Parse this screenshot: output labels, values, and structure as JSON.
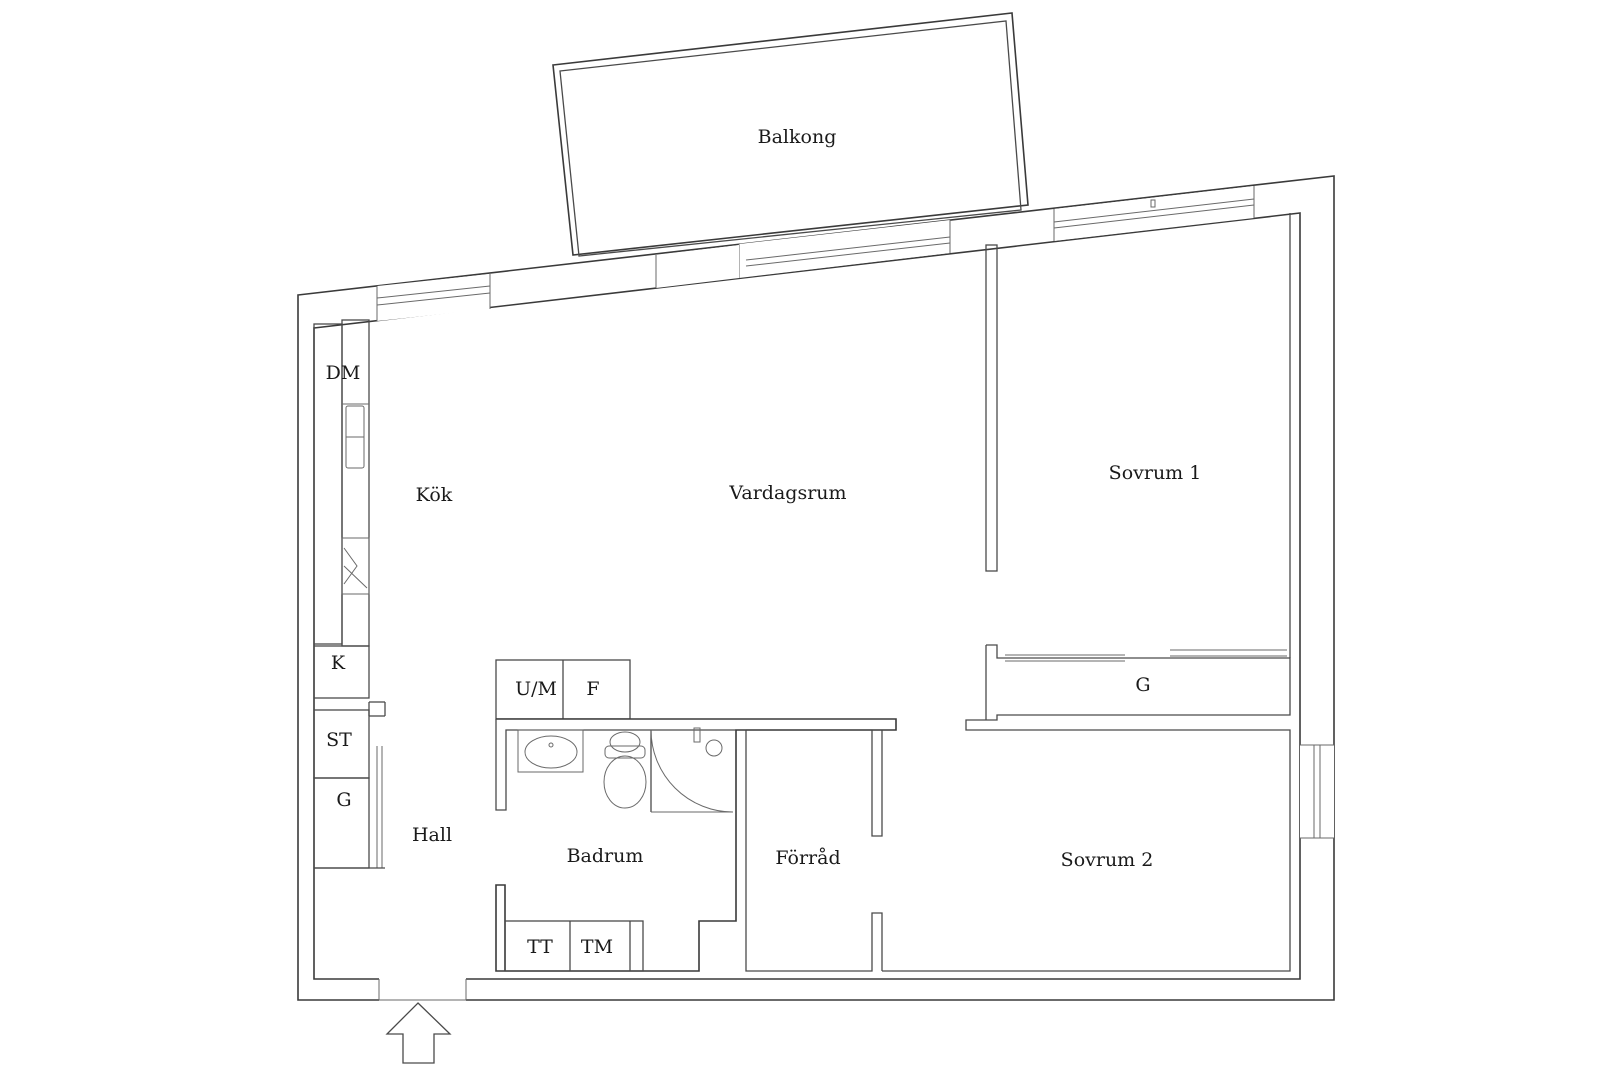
{
  "rooms": {
    "balkong": "Balkong",
    "kok": "Kök",
    "vardagsrum": "Vardagsrum",
    "sovrum1": "Sovrum 1",
    "sovrum2": "Sovrum 2",
    "hall": "Hall",
    "badrum": "Badrum",
    "forrad": "Förråd"
  },
  "fixtures": {
    "dm": "DM",
    "k": "K",
    "st": "ST",
    "g_hall": "G",
    "um": "U/M",
    "f": "F",
    "tt": "TT",
    "tm": "TM",
    "g_sovrum": "G"
  },
  "entrance_icon": "arrow-up-icon"
}
